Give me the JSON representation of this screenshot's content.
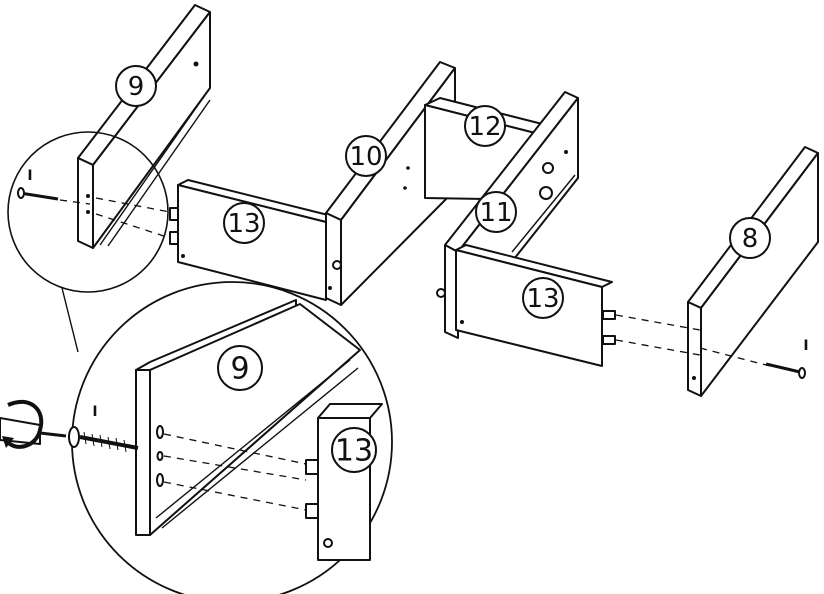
{
  "parts": {
    "p9": "9",
    "p10": "10",
    "p11": "11",
    "p12": "12",
    "p13a": "13",
    "p13b": "13",
    "p8": "8",
    "detail9": "9",
    "detail13": "13"
  },
  "screw_labels": {
    "left": "I",
    "right": "I",
    "detail": "I"
  },
  "icons": {
    "screwdriver": "screwdriver-icon",
    "rotation": "rotate-arrow-icon",
    "screw": "screw-icon"
  }
}
